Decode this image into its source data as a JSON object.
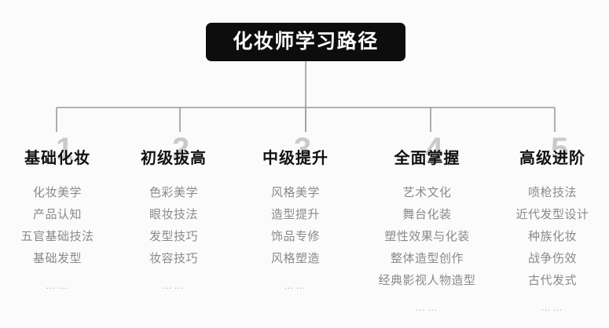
{
  "diagram": {
    "type": "tree-hierarchy",
    "root": {
      "title": "化妆师学习路径"
    },
    "colors": {
      "background": "#fbfbfc",
      "root_box_bg": "#0d0d0d",
      "root_box_text": "#ffffff",
      "column_title": "#111111",
      "watermark_number": "#c9c9c9",
      "item_text": "#8a8a8e",
      "ellipsis": "#b6b6ba",
      "connector_line": "#9a9a9e"
    },
    "columns": [
      {
        "number": "1",
        "title": "基础化妆",
        "items": [
          "化妆美学",
          "产品认知",
          "五官基础技法",
          "基础发型"
        ],
        "ellipsis": "……"
      },
      {
        "number": "2",
        "title": "初级拔高",
        "items": [
          "色彩美学",
          "眼妆技法",
          "发型技巧",
          "妆容技巧"
        ],
        "ellipsis": "……"
      },
      {
        "number": "3",
        "title": "中级提升",
        "items": [
          "风格美学",
          "造型提升",
          "饰品专修",
          "风格塑造"
        ],
        "ellipsis": "……"
      },
      {
        "number": "4",
        "title": "全面掌握",
        "items": [
          "艺术文化",
          "舞台化装",
          "塑性效果与化装",
          "整体造型创作",
          "经典影视人物造型"
        ],
        "ellipsis": "……"
      },
      {
        "number": "5",
        "title": "高级进阶",
        "items": [
          "喷枪技法",
          "近代发型设计",
          "种族化妆",
          "战争伤效",
          "古代发式"
        ],
        "ellipsis": "……"
      }
    ]
  }
}
